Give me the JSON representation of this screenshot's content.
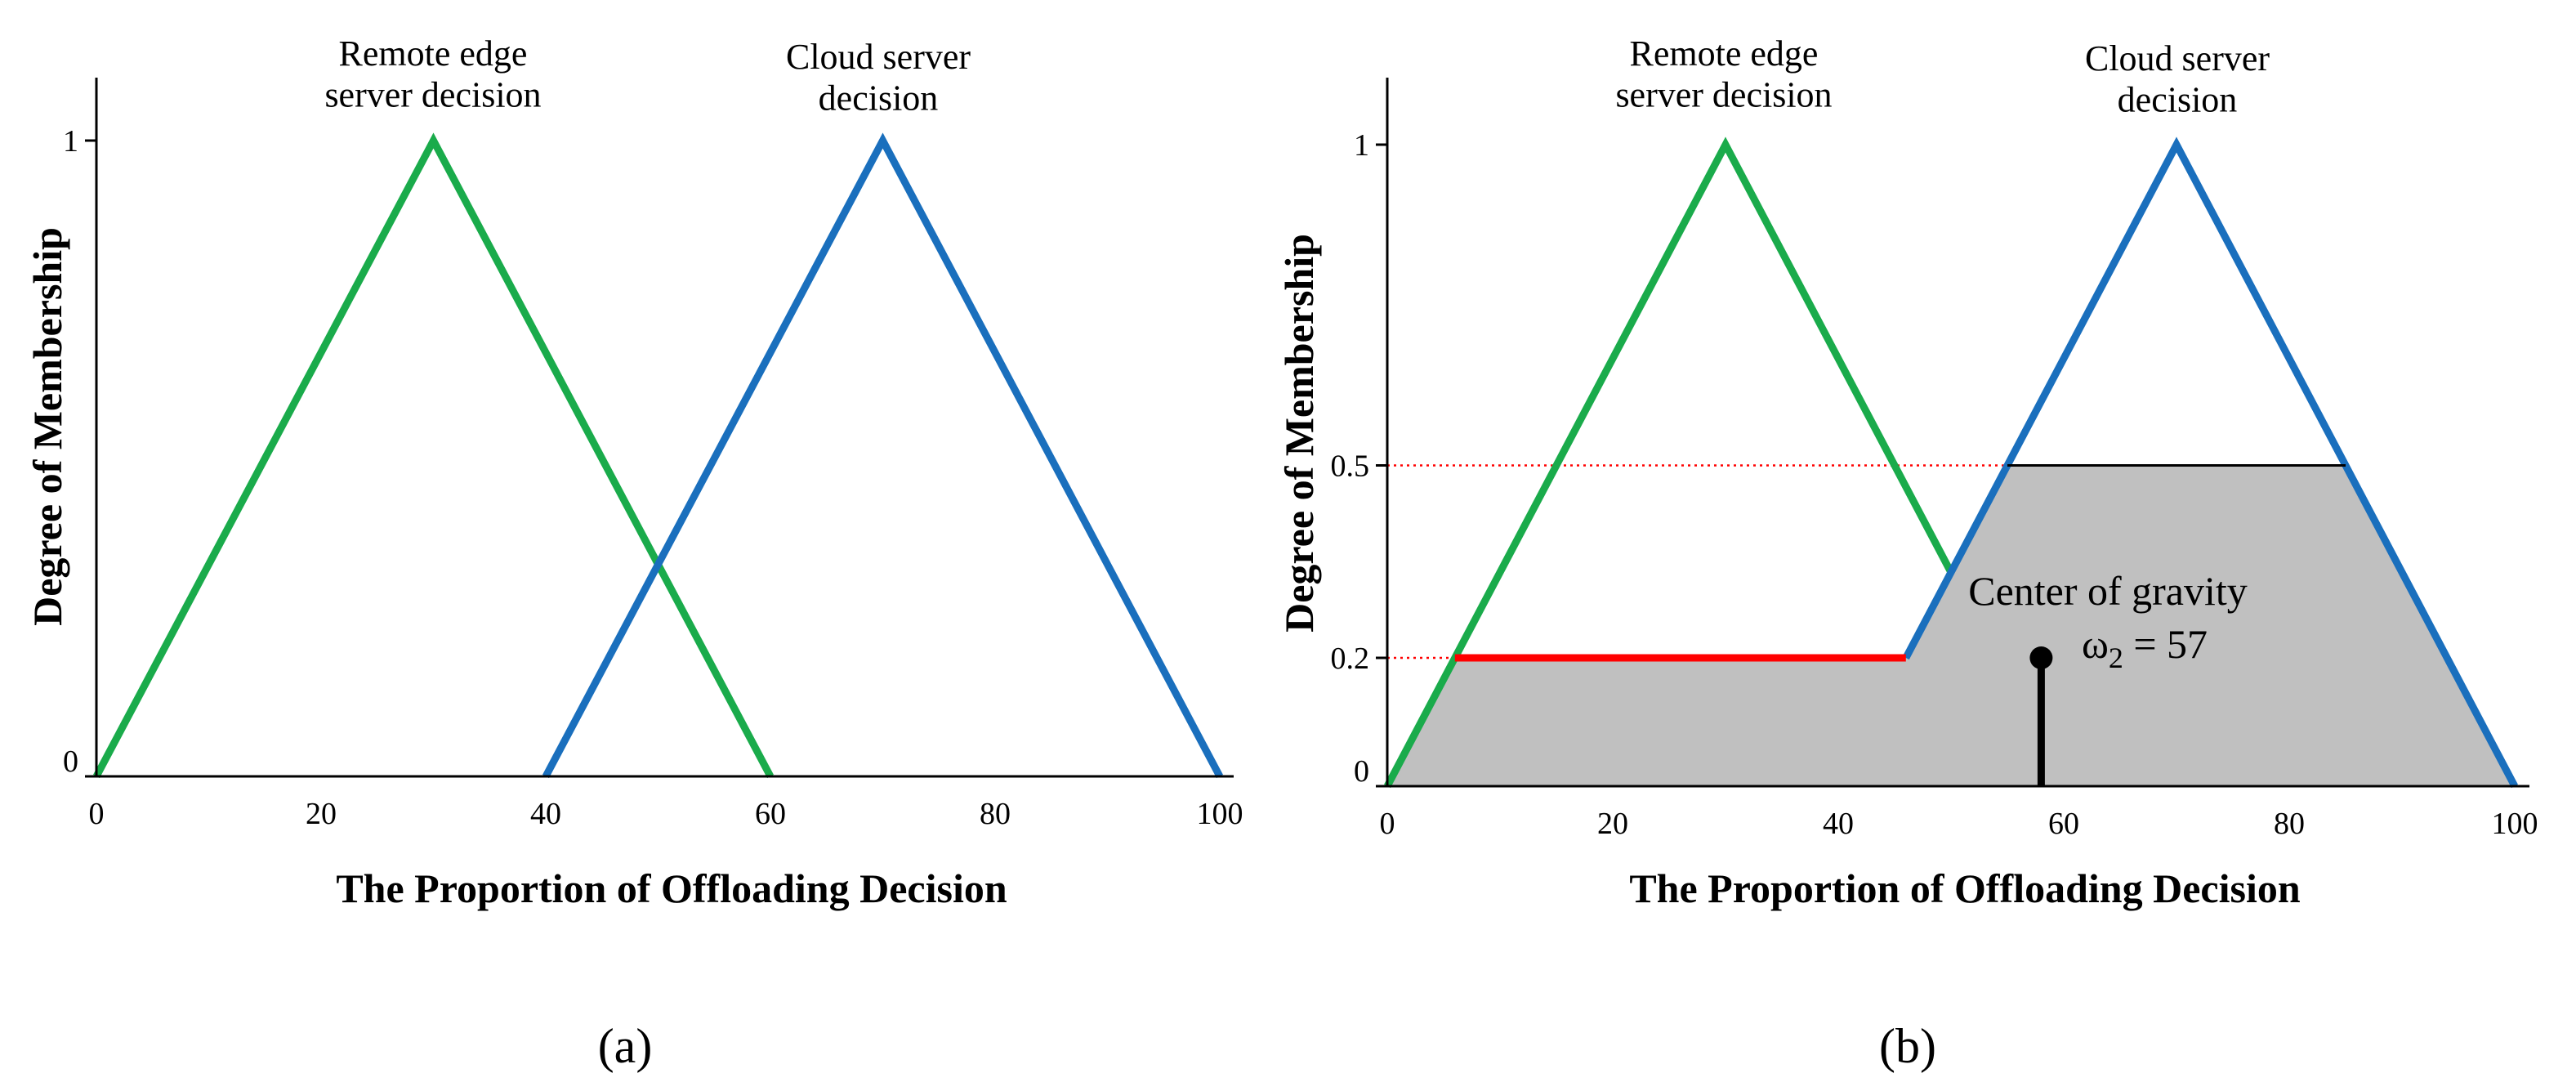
{
  "chart_data": [
    {
      "type": "line",
      "panel_label": "(a)",
      "xlabel": "The Proportion of Offloading Decision",
      "ylabel": "Degree of Membership",
      "xlim": [
        0,
        100
      ],
      "ylim": [
        0,
        1
      ],
      "x_ticks": [
        0,
        20,
        40,
        60,
        80,
        100
      ],
      "y_ticks": [
        0,
        1
      ],
      "grid": false,
      "series": [
        {
          "name": "Remote edge\nserver decision",
          "color": "#1aab4b",
          "points": [
            [
              0,
              0
            ],
            [
              30,
              1
            ],
            [
              60,
              0
            ]
          ]
        },
        {
          "name": "Cloud server\ndecision",
          "color": "#1a6fbd",
          "points": [
            [
              40,
              0
            ],
            [
              70,
              1
            ],
            [
              100,
              0
            ]
          ]
        }
      ]
    },
    {
      "type": "area",
      "panel_label": "(b)",
      "xlabel": "The Proportion of Offloading Decision",
      "ylabel": "Degree of Membership",
      "xlim": [
        0,
        100
      ],
      "ylim": [
        0,
        1
      ],
      "x_ticks": [
        0,
        20,
        40,
        60,
        80,
        100
      ],
      "y_ticks": [
        0,
        0.2,
        0.5,
        1
      ],
      "grid": false,
      "series": [
        {
          "name": "Remote edge\nserver decision",
          "color": "#1aab4b",
          "points": [
            [
              0,
              0
            ],
            [
              30,
              1
            ],
            [
              50,
              0.3333
            ]
          ]
        },
        {
          "name": "Cloud server\ndecision",
          "color": "#1a6fbd",
          "points": [
            [
              46,
              0.2
            ],
            [
              70,
              1
            ],
            [
              100,
              0
            ]
          ]
        }
      ],
      "aggregated_region": {
        "fill": "#c0c0c0",
        "points": [
          [
            0,
            0
          ],
          [
            6,
            0.2
          ],
          [
            46,
            0.2
          ],
          [
            55,
            0.5
          ],
          [
            85,
            0.5
          ],
          [
            100,
            0
          ]
        ]
      },
      "clip_line_red": {
        "color": "#ff0000",
        "points": [
          [
            6,
            0.2
          ],
          [
            46,
            0.2
          ]
        ]
      },
      "clip_line_black": {
        "color": "#000000",
        "points": [
          [
            55,
            0.5
          ],
          [
            85,
            0.5
          ]
        ]
      },
      "reference_lines": [
        {
          "y": 0.5,
          "x_end": 55,
          "color": "#ff0000",
          "style": "dotted"
        },
        {
          "y": 0.2,
          "x_end": 6,
          "color": "#ff0000",
          "style": "dotted"
        }
      ],
      "centroid": {
        "x": 58,
        "y": 0.2,
        "title": "Center of gravity",
        "label": "ω",
        "label_subscript": "2",
        "label_value": " = 57"
      }
    }
  ]
}
